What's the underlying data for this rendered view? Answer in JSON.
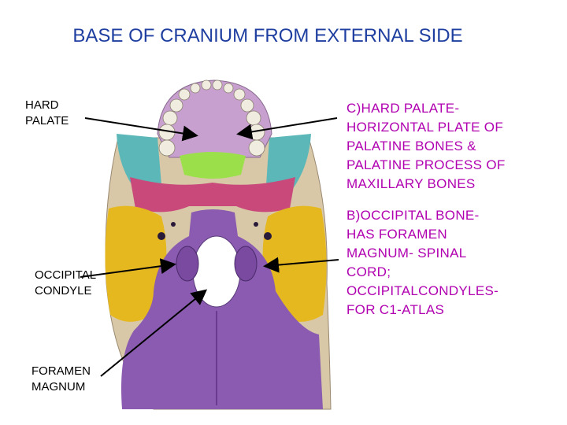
{
  "title": "BASE OF CRANIUM FROM EXTERNAL SIDE",
  "left_labels": {
    "hard_palate": [
      "HARD",
      "PALATE"
    ],
    "occipital_condyle": [
      "OCCIPITAL",
      "CONDYLE"
    ],
    "foramen_magnum": [
      "FORAMEN",
      "MAGNUM"
    ]
  },
  "right_text": {
    "hard_palate_desc": [
      "C)HARD PALATE-",
      "HORIZONTAL PLATE OF",
      "PALATINE BONES &",
      "PALATINE PROCESS OF",
      "MAXILLARY BONES"
    ],
    "occipital_desc": [
      "B)OCCIPITAL BONE-",
      "HAS FORAMEN",
      "MAGNUM- SPINAL",
      "CORD;",
      "OCCIPITALCONDYLES-",
      "FOR C1-ATLAS"
    ]
  },
  "colors": {
    "title": "#1f3fa0",
    "description_text": "#b000b0",
    "occipital_bone": "#8a5bb0",
    "temporal_bone": "#e6b820",
    "sphenoid_bone": "#c94a7a",
    "palatine_bone": "#9be04a",
    "maxilla": "#c8a0d0",
    "zygomatic_bone": "#5cb8b8",
    "background": "#ffffff"
  }
}
